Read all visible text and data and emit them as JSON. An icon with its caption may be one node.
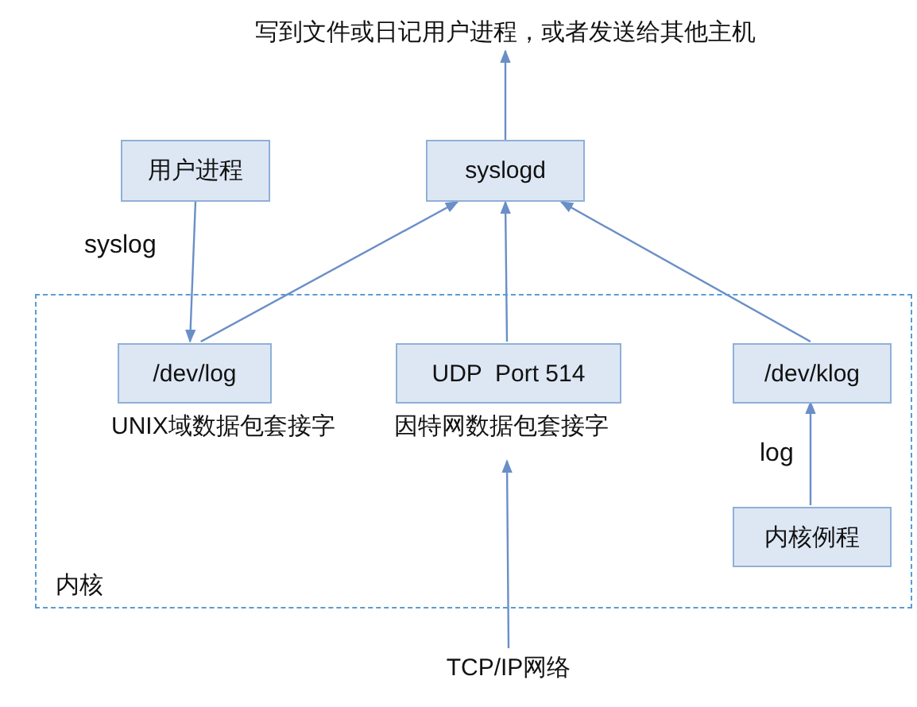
{
  "diagram": {
    "nodes": [
      {
        "text": [
          "内核"
        ]
      },
      {
        "text": [
          "用户进程"
        ]
      },
      {
        "text": [
          "syslogd"
        ]
      },
      {
        "text": [
          "写到文件或日记用户进程，或者发送给其他主机"
        ]
      },
      {
        "text": [
          "/dev/log"
        ],
        "in": 0,
        "beside": [
          "UNIX域数据包套接字"
        ]
      },
      {
        "text": [
          "UDP  Port 514"
        ],
        "in": 0,
        "beside": [
          "因特网数据包套接字"
        ]
      },
      {
        "text": [
          "/dev/klog"
        ],
        "in": 0
      },
      {
        "text": [
          "内核例程"
        ],
        "in": 0
      },
      {
        "text": [
          "TCP/IP网络"
        ]
      }
    ],
    "edges": [
      {
        "from": 1,
        "to": 4,
        "arrow": "to",
        "label": "syslog"
      },
      {
        "from": 4,
        "to": 2,
        "arrow": "to"
      },
      {
        "from": 5,
        "to": 2,
        "arrow": "to"
      },
      {
        "from": 6,
        "to": 2,
        "arrow": "to"
      },
      {
        "from": 2,
        "to": 3,
        "arrow": "to"
      },
      {
        "from": 7,
        "to": 6,
        "arrow": "to",
        "label": "log"
      },
      {
        "from": 8,
        "to": 5,
        "arrow": "to"
      }
    ]
  }
}
